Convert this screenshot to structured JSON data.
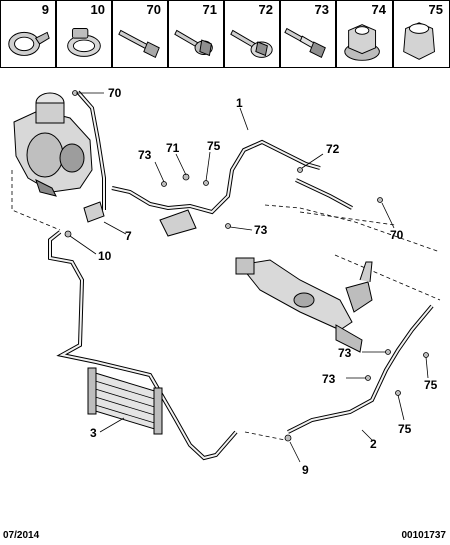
{
  "parts_strip": [
    {
      "number": "9",
      "icon": "hose-clamp-icon"
    },
    {
      "number": "10",
      "icon": "worm-clamp-icon"
    },
    {
      "number": "70",
      "icon": "bolt-icon"
    },
    {
      "number": "71",
      "icon": "flange-bolt-icon"
    },
    {
      "number": "72",
      "icon": "washer-bolt-icon"
    },
    {
      "number": "73",
      "icon": "shouldered-bolt-icon"
    },
    {
      "number": "74",
      "icon": "flange-nut-icon"
    },
    {
      "number": "75",
      "icon": "sleeve-nut-icon"
    }
  ],
  "callouts": {
    "c70_top": "70",
    "c1": "1",
    "c73_a": "73",
    "c71": "71",
    "c75_a": "75",
    "c72": "72",
    "c7": "7",
    "c73_b": "73",
    "c70_right": "70",
    "c10": "10",
    "c73_c": "73",
    "c73_d": "73",
    "c75_b": "75",
    "c3": "3",
    "c2": "2",
    "c75_c": "75",
    "c9": "9"
  },
  "footer": {
    "date": "07/2014",
    "reference": "00101737"
  }
}
